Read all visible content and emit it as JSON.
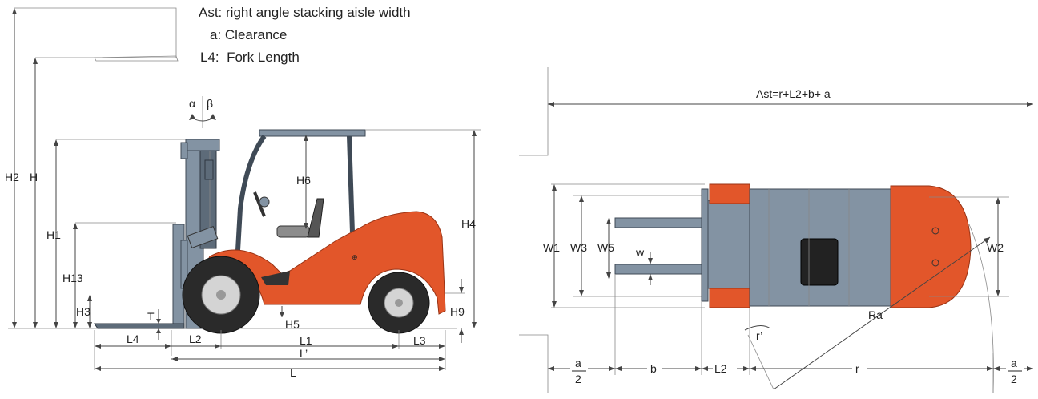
{
  "legend": {
    "ast": "Ast: right angle stacking aisle width",
    "a": "a: Clearance",
    "l4": "L4:  Fork Length"
  },
  "side_view": {
    "labels": {
      "h2": "H2",
      "h": "H",
      "h1": "H1",
      "h13": "H13",
      "h3": "H3",
      "h6": "H6",
      "h4": "H4",
      "h5": "H5",
      "h9": "H9",
      "t": "T",
      "alpha": "α",
      "beta": "β",
      "l4": "L4",
      "l2": "L2",
      "l1": "L1",
      "l3": "L3",
      "l_prime": "L’",
      "l": "L"
    }
  },
  "top_view": {
    "labels": {
      "ast_formula": "Ast=r+L2+b+ a",
      "w1": "W1",
      "w3": "W3",
      "w5": "W5",
      "w": "w",
      "w2": "W2",
      "ra": "Ra",
      "r_prime": "r’",
      "b": "b",
      "l2": "L2",
      "r": "r",
      "a_num_left": "a",
      "a_den_left": "2",
      "a_num_right": "a",
      "a_den_right": "2"
    }
  },
  "colors": {
    "body": "#e2562a",
    "steel": "#8393a3",
    "tire": "#2a2a2a"
  }
}
